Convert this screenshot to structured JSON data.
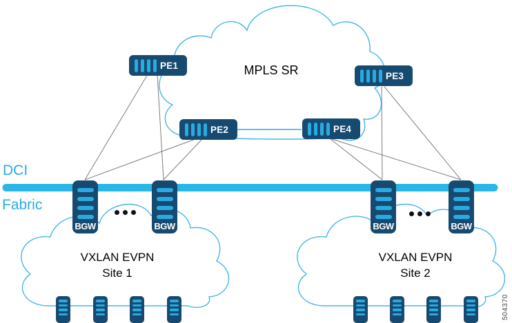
{
  "figure": {
    "id_label": "504370",
    "region_labels": {
      "dci": "DCI",
      "fabric": "Fabric"
    },
    "mpls_cloud": {
      "label": "MPLS SR"
    },
    "site1_cloud": {
      "line1": "VXLAN EVPN",
      "line2": "Site 1"
    },
    "site2_cloud": {
      "line1": "VXLAN EVPN",
      "line2": "Site 2"
    },
    "pe_routers": [
      {
        "label": "PE1"
      },
      {
        "label": "PE2"
      },
      {
        "label": "PE3"
      },
      {
        "label": "PE4"
      }
    ],
    "border_gateways": [
      {
        "label": "BGW"
      },
      {
        "label": "BGW"
      },
      {
        "label": "BGW"
      },
      {
        "label": "BGW"
      }
    ],
    "colors": {
      "device_navy": "#174A70",
      "accent_cyan": "#29ABE2",
      "dci_bar_cyan": "#29B7E8",
      "cloud_stroke": "#45B5E5",
      "link_gray": "#7C7C7C",
      "label_black": "#000000",
      "figure_id_gray": "#4D4D4D"
    }
  }
}
